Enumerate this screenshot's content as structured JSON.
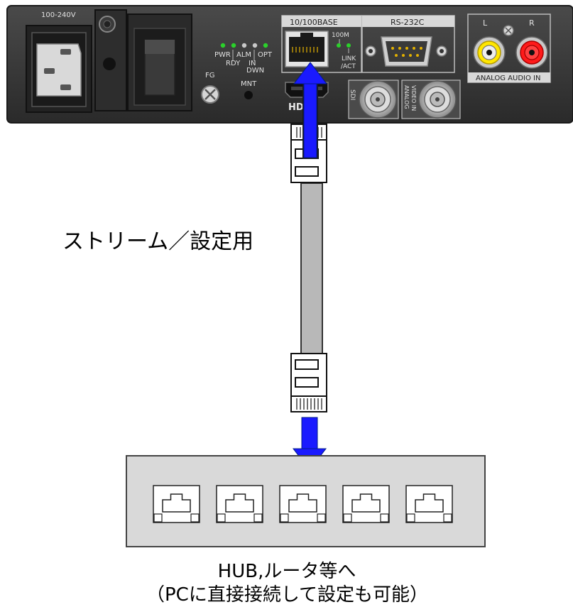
{
  "device_panel": {
    "voltage_label": "100-240V",
    "fg_label": "FG",
    "mnt_label": "MNT",
    "led_labels": {
      "pwr": "PWR",
      "rdy": "RDY",
      "alm": "ALM",
      "in": "IN",
      "dwn": "DWN",
      "opt": "OPT"
    },
    "lan_header": "10/100BASE",
    "lan_100m": "100M",
    "lan_link": "LINK",
    "lan_act": "/ACT",
    "rs232_header": "RS-232C",
    "hdmi_label": "HDMI",
    "sdi_label": "SDI",
    "analog_video_label_1": "ANALOG",
    "analog_video_label_2": "VIDEO IN",
    "audio_l": "L",
    "audio_r": "R",
    "audio_footer": "ANALOG AUDIO IN",
    "led_color": "#2bd12b",
    "led_off_color": "#c8c8c8"
  },
  "cable_caption": "ストリーム／設定用",
  "hub_caption_line1": "HUB,ルータ等へ",
  "hub_caption_line2": "（PCに直接接続して設定も可能）",
  "colors": {
    "arrow": "#1a1aff",
    "panel": "#3a3a3a",
    "hub_fill": "#d9d9d9",
    "audio_l_ring": "#ffe600",
    "audio_r_ring": "#ff1a1a"
  },
  "hub": {
    "port_count": 5
  }
}
